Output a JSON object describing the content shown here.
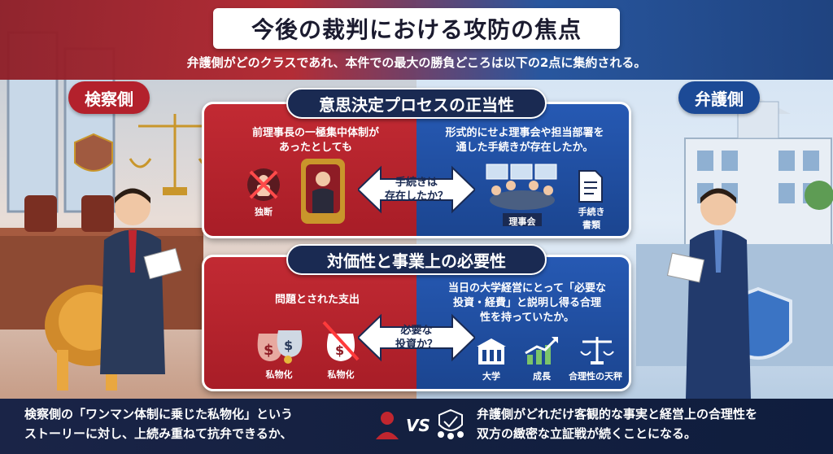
{
  "header": {
    "title": "今後の裁判における攻防の焦点",
    "subtitle": "弁護側がどのクラスであれ、本件での最大の勝負どころは以下の2点に集約される。"
  },
  "sides": {
    "prosecution": "検察側",
    "defense": "弁護側"
  },
  "panel1": {
    "title": "意思決定プロセスの正当性",
    "left_text": "前理事長の一極集中体制が\nあったとしても",
    "left_icon_label": "独断",
    "center_question": "手続きは\n存在したか？",
    "right_text": "形式的にせよ理事会や担当部署を\n通した手続きが存在したか。",
    "right_icon_label_1": "理事会",
    "right_icon_label_2": "手続き\n書類"
  },
  "panel2": {
    "title": "対価性と事業上の必要性",
    "left_text": "問題とされた支出",
    "left_icon_label_1": "私物化",
    "left_icon_label_2": "私物化",
    "center_question": "必要な\n投資か？",
    "right_text": "当日の大学経営にとって「必要な\n投資・経費」と説明し得る合理\n性を持っていたか。",
    "right_icon_label_1": "大学",
    "right_icon_label_2": "成長",
    "right_icon_label_3": "合理性の天秤"
  },
  "bottom": {
    "left_text": "検察側の「ワンマン体制に乗じた私物化」という\nストーリーに対し、上続み重ねて抗弁できるか、",
    "vs": "VS",
    "right_text": "弁護側がどれだけ客観的な事実と経営上の合理性を\n双方の緻密な立証戦が続くことになる。"
  },
  "colors": {
    "prosecution_red": "#b3212c",
    "defense_blue": "#1c4a96",
    "navy": "#1a2a52"
  }
}
